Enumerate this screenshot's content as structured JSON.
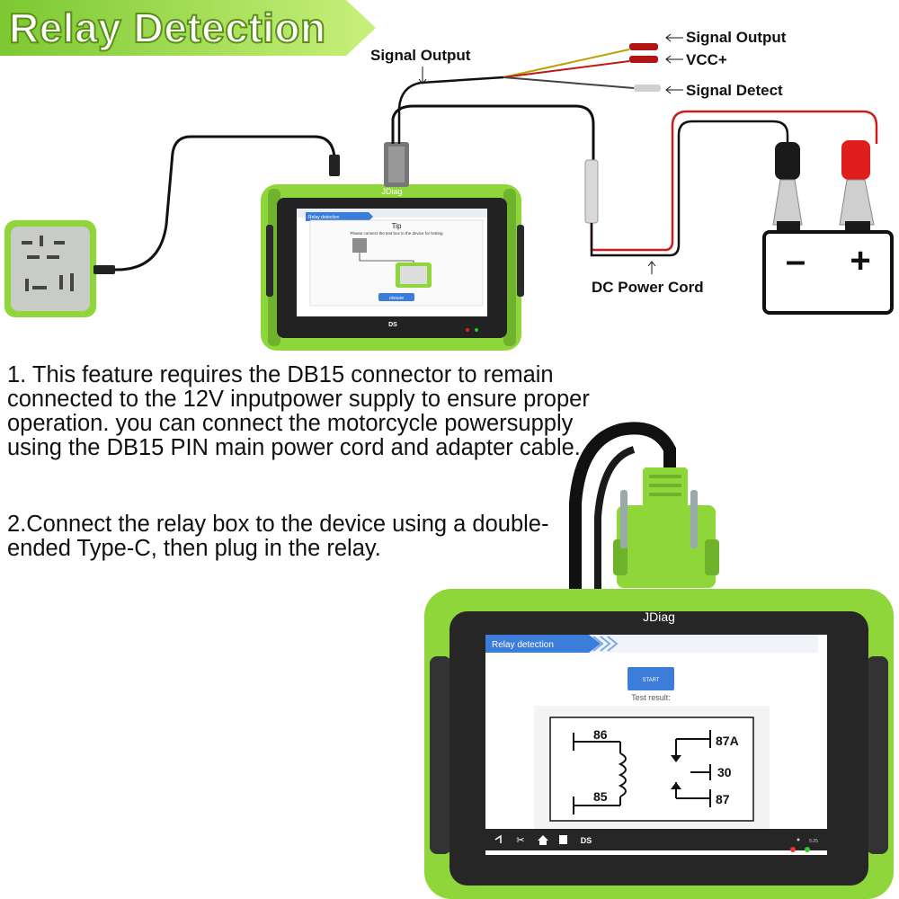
{
  "banner": {
    "title": "Relay Detection"
  },
  "callouts": {
    "signal_output_top": "Signal Output",
    "signal_output": "Signal Output",
    "vcc": "VCC+",
    "signal_detect": "Signal Detect",
    "dc_power_cord": "DC Power Cord"
  },
  "battery": {
    "minus": "–",
    "plus": "+"
  },
  "small_device": {
    "brand": "JDiag",
    "tab": "Relay detection",
    "tip_title": "Tip",
    "tip_text": "Please connect the test box to the device for testing",
    "button": "closure",
    "logo": "DS"
  },
  "big_device": {
    "brand": "JDiag",
    "tab_label": "Relay detection",
    "start_button": "START",
    "result_label": "Test result:",
    "logo": "DS",
    "time": "5:25",
    "pins": {
      "p86": "86",
      "p85": "85",
      "p87a": "87A",
      "p30": "30",
      "p87": "87"
    }
  },
  "instructions": {
    "p1": "1. This feature requires the DB15 connector to remain connected to the 12V inputpower supply to ensure proper operation. you can connect the motorcycle powersupply using the DB15 PIN main power cord and adapter cable.",
    "p2": "2.Connect the relay box to the device using a double-ended Type-C, then plug in the relay."
  },
  "colors": {
    "accent_green": "#8ed63a",
    "cable_red": "#d11a1a",
    "tab_blue": "#3b7dd8"
  }
}
